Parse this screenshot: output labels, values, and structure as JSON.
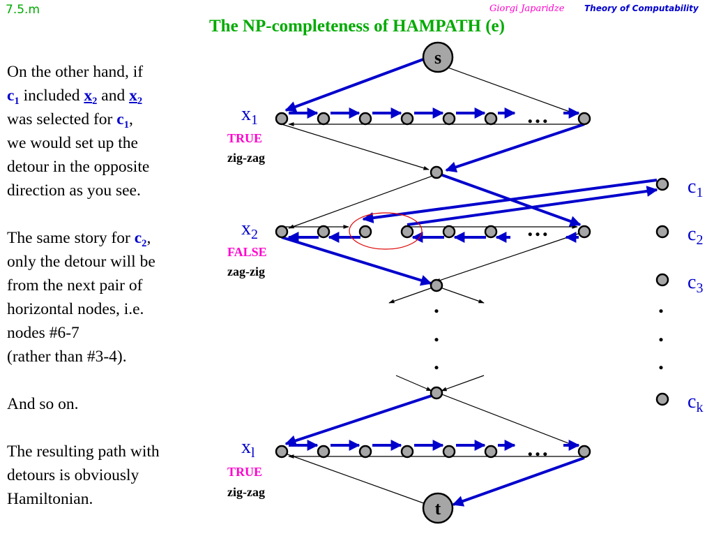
{
  "header": {
    "slide_number": "7.5.m",
    "author": "Giorgi Japaridze",
    "course": "Theory of Computability",
    "title": "The NP-completeness of HAMPATH (e)"
  },
  "text": {
    "p1": {
      "l1": "On the other hand, if",
      "c1_base": "c",
      "c1_sub": "1",
      "included": " included ",
      "x2a_base": "x",
      "x2a_sub": "2",
      "and": " and ",
      "x2b_base": "x",
      "x2b_sub": "2",
      "l3a": "was selected for ",
      "c1b_base": "c",
      "c1b_sub": "1",
      "l3b": ",",
      "l4": "we would set up the",
      "l5": "detour in the opposite",
      "l6": "direction as you see."
    },
    "p2": {
      "l1a": "The same story for ",
      "c2_base": "c",
      "c2_sub": "2",
      "l1b": ",",
      "l2": "only the detour will be",
      "l3": "from the next pair of",
      "l4": "horizontal nodes, i.e.",
      "l5": "nodes #6-7",
      "l6": "(rather than #3-4)."
    },
    "p3": "And so on.",
    "p4": {
      "l1": "The resulting path with",
      "l2": "detours is obviously",
      "l3": "Hamiltonian."
    }
  },
  "diagram": {
    "start_label": "s",
    "end_label": "t",
    "ellipsis": "…",
    "rows": [
      {
        "var_base": "x",
        "var_sub": "1",
        "value": "TRUE",
        "pattern": "zig-zag"
      },
      {
        "var_base": "x",
        "var_sub": "2",
        "value": "FALSE",
        "pattern": "zag-zig"
      },
      {
        "var_base": "x",
        "var_sub": "l",
        "value": "TRUE",
        "pattern": "zig-zag"
      }
    ],
    "clauses": [
      {
        "base": "c",
        "sub": "1"
      },
      {
        "base": "c",
        "sub": "2"
      },
      {
        "base": "c",
        "sub": "3"
      },
      {
        "base": "c",
        "sub": "k"
      }
    ],
    "vertical_dots": ".",
    "colors": {
      "title": "#00aa00",
      "path": "#0000cc",
      "value_label": "#ff00cc",
      "node_fill": "#a6a6a6",
      "highlight": "#dd0000"
    }
  }
}
